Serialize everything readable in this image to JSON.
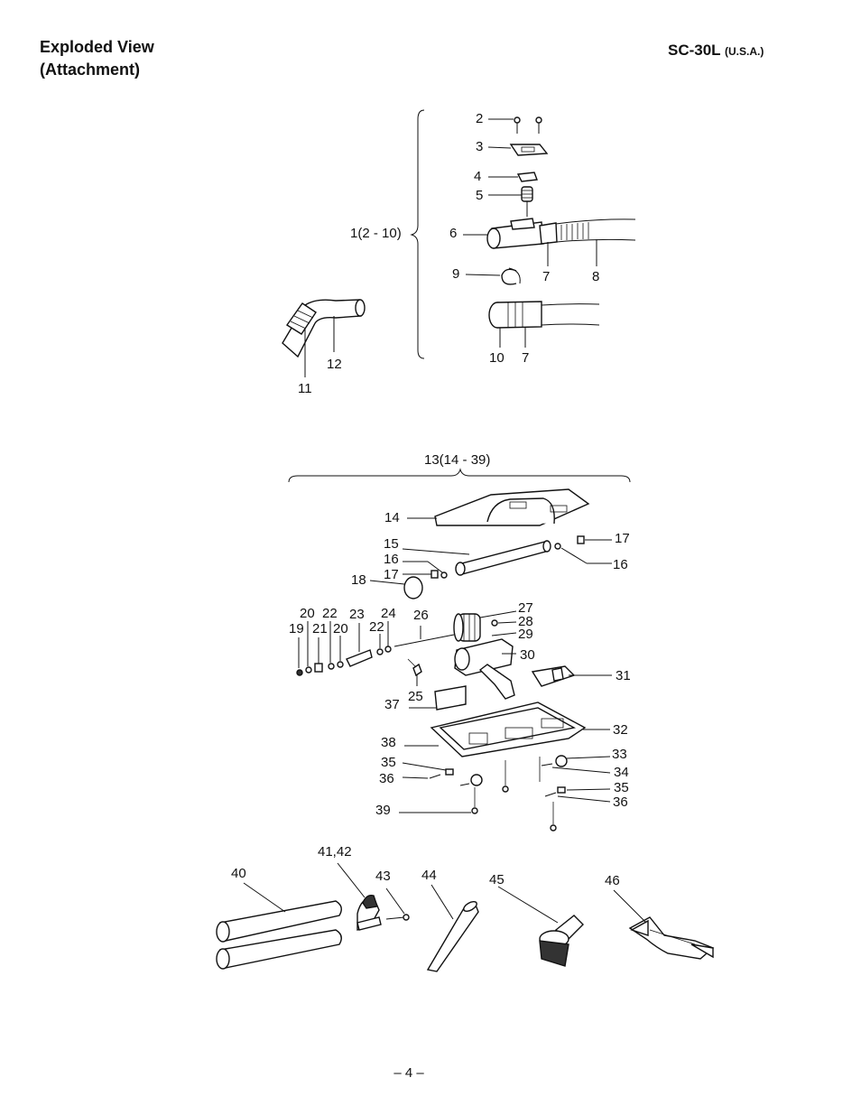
{
  "header": {
    "title_line1": "Exploded View",
    "title_line2": "(Attachment)",
    "model": "SC-30L",
    "region": "(U.S.A.)"
  },
  "footer": {
    "page_number": "– 4 –"
  },
  "groups": {
    "hose_assembly": "1(2 - 10)",
    "nozzle_assembly": "13(14 - 39)"
  },
  "labels": {
    "p2": "2",
    "p3": "3",
    "p4": "4",
    "p5": "5",
    "p6": "6",
    "p7a": "7",
    "p8": "8",
    "p9": "9",
    "p10": "10",
    "p7b": "7",
    "p11": "11",
    "p12": "12",
    "p14": "14",
    "p15": "15",
    "p16a": "16",
    "p17a": "17",
    "p18": "18",
    "p17b": "17",
    "p16b": "16",
    "p19": "19",
    "p20a": "20",
    "p21": "21",
    "p22a": "22",
    "p20b": "20",
    "p23": "23",
    "p22b": "22",
    "p24": "24",
    "p26": "26",
    "p27": "27",
    "p28": "28",
    "p29": "29",
    "p30": "30",
    "p25": "25",
    "p31": "31",
    "p37": "37",
    "p32": "32",
    "p38": "38",
    "p35a": "35",
    "p36a": "36",
    "p33": "33",
    "p34": "34",
    "p35b": "35",
    "p36b": "36",
    "p39": "39",
    "p40": "40",
    "p4142": "41,42",
    "p43": "43",
    "p44": "44",
    "p45": "45",
    "p46": "46"
  }
}
